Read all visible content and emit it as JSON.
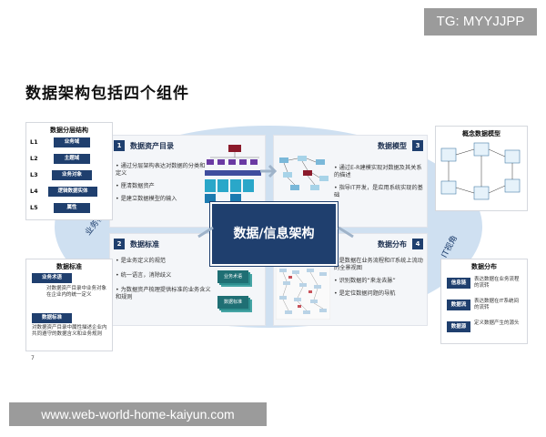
{
  "watermark_tg": "TG: MYYJJPP",
  "title": "数据架构包括四个组件",
  "center_label": "数据/信息架构",
  "side_labels": {
    "left": "业务视角",
    "right": "IT视角"
  },
  "left_panel": {
    "title": "数据分层结构",
    "levels": [
      {
        "level": "L1",
        "label": "业务域"
      },
      {
        "level": "L2",
        "label": "主题域"
      },
      {
        "level": "L3",
        "label": "业务对象"
      },
      {
        "level": "L4",
        "label": "逻辑数据实体"
      },
      {
        "level": "L5",
        "label": "属性"
      }
    ]
  },
  "left_bottom_panel": {
    "title": "数据标准",
    "box1": "业务术语",
    "text1": "对数据资产目录中业务对象在企业内的统一定义",
    "box2": "数据标准",
    "text2": "对数据资产目录中属性描述企业内共同遵守的数据含义和业务规则"
  },
  "right_top_panel": {
    "title": "概念数据模型"
  },
  "right_bottom_panel": {
    "title": "数据分布",
    "rows": [
      {
        "box": "信息链",
        "text": "表达数据在业务流程的流转"
      },
      {
        "box": "数据流",
        "text": "表达数据在IT系统间的流转"
      },
      {
        "box": "数据源",
        "text": "定义数据产生的源头"
      }
    ]
  },
  "quadrants": [
    {
      "num": "1",
      "title": "数据资产目录",
      "bullets": [
        "通过分层架构表达对数据的分类和定义",
        "厘清数据资产",
        "是建立数据模型的输入"
      ]
    },
    {
      "num": "3",
      "title": "数据模型",
      "bullets": [
        "通过E-R建模实现对数据及其关系的描述",
        "指导IT开发，是应用系统实现的基础"
      ]
    },
    {
      "num": "2",
      "title": "数据标准",
      "bullets": [
        "是业务定义的规范",
        "统一语言，消除歧义",
        "为数据资产梳理提供标准的业务含义和规则"
      ],
      "stack_labels": [
        "业务术语",
        "数据标准"
      ]
    },
    {
      "num": "4",
      "title": "数据分布",
      "bullets": [
        "是数据在业务流程和IT系统上流动的全景视图",
        "识别数据的“来龙去脉”",
        "是定位数据问题的导航"
      ]
    }
  ],
  "page_number": "7",
  "watermark_url": "www.web-world-home-kaiyun.com",
  "colors": {
    "navy": "#1f3f6e",
    "ellipse": "#cfe0f1",
    "crimson": "#8b1a2b",
    "teal": "#1f6f74"
  }
}
